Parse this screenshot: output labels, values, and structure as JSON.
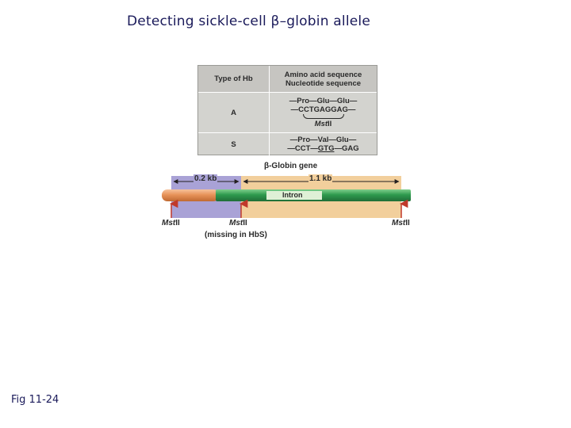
{
  "slide": {
    "title": "Detecting sickle-cell β–globin allele",
    "fig_label": "Fig 11-24"
  },
  "table": {
    "header_left": "Type of Hb",
    "header_right_1": "Amino acid sequence",
    "header_right_2": "Nucleotide sequence",
    "rows": [
      {
        "type": "A",
        "amino_acids": "—Pro—Glu—Glu—",
        "nucleotides": "—CCTGAGGAG—",
        "site_prefix": "Mst",
        "site_suffix": "II"
      },
      {
        "type": "S",
        "amino_acids": "—Pro—Val—Glu—",
        "nucleotides_1": "—CCT—",
        "nucleotides_2": "GTG",
        "nucleotides_3": "—GAG"
      }
    ]
  },
  "gene_map": {
    "gene_label": "β-Globin gene",
    "fragment_small": "0.2 kb",
    "fragment_large": "1.1 kb",
    "intron_label": "Intron",
    "site_prefix": "Mst",
    "site_suffix": "II",
    "missing_note": "(missing in HbS)",
    "colors": {
      "purple_region": "#a9a2d6",
      "orange_region": "#f2cf9c",
      "exon_green": "#2e9a4e",
      "flank_orange": "#e8935a",
      "intron_fill": "#dff0d6",
      "arrow_red": "#c0392b"
    }
  }
}
